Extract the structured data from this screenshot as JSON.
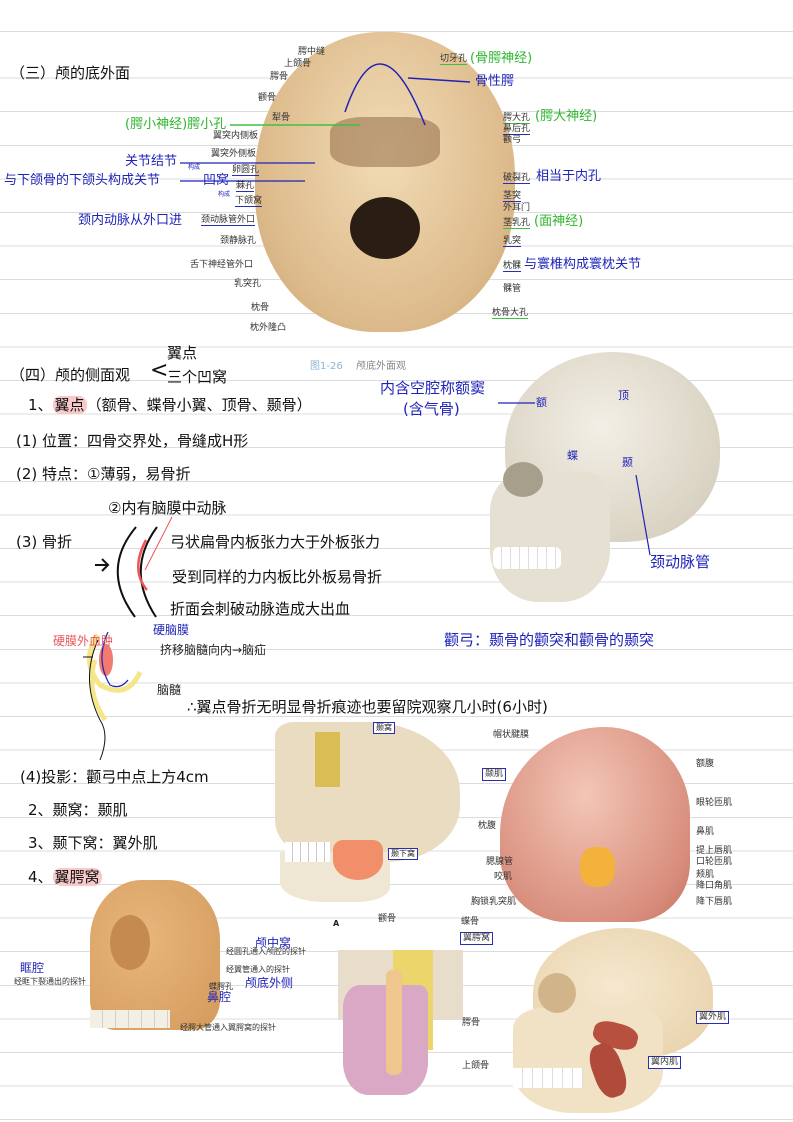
{
  "section3": {
    "heading": "（三）颅的底外面",
    "figure": {
      "caption_num": "图1-26",
      "caption": "颅底外面观",
      "left_labels": [
        "腭中缝",
        "上颌骨",
        "腭骨",
        "颧骨",
        "犁骨",
        "翼突内侧板",
        "翼突外侧板",
        "卵圆孔",
        "棘孔",
        "下颌窝",
        "颈动脉管外口",
        "颈静脉孔",
        "舌下神经管外口",
        "乳突孔",
        "枕骨",
        "枕外隆凸"
      ],
      "right_labels": [
        "切牙孔",
        "腭大孔",
        "鼻后孔",
        "颧弓",
        "破裂孔",
        "茎突",
        "外耳门",
        "茎乳孔",
        "乳突",
        "枕髁",
        "髁管",
        "枕骨大孔"
      ]
    },
    "notes": {
      "incisive": "(骨腭神经)",
      "bony_palate": "骨性腭",
      "greater_palatine": "(腭大神经)",
      "lesser_palatine": "(腭小神经)腭小孔",
      "articular_tubercle": "关节结节",
      "joint": "与下颌骨的下颌头构成关节",
      "fossa": "凹窝",
      "form1": "构成",
      "form2": "构成",
      "carotid": "颈内动脉从外口进",
      "lacerum": "相当于内孔",
      "stylomastoid": "(面神经)",
      "condyle": "与寰椎构成寰枕关节"
    }
  },
  "section4": {
    "heading": "（四）颅的侧面观",
    "brace_items": [
      "翼点",
      "三个凹窝"
    ],
    "pterion_num": "1、",
    "pterion": "翼点",
    "pterion_bones": "（额骨、蝶骨小翼、顶骨、颞骨）",
    "position": "(1) 位置：四骨交界处，骨缝成H形",
    "feature1": "(2) 特点：①薄弱，易骨折",
    "feature2": "②内有脑膜中动脉",
    "fracture": "(3) 骨折",
    "fracture_lines": [
      "弓状扁骨内板张力大于外板张力",
      "受到同样的力内板比外板易骨折",
      "折面会刺破动脉造成大出血"
    ],
    "hematoma": {
      "label": "硬膜外血肿",
      "dura": "硬脑膜",
      "push": "挤移脑髓向内→脑疝",
      "brain": "脑髓"
    },
    "conclusion": "∴翼点骨折无明显骨折痕迹也要留院观察几小时(6小时)",
    "zygomatic_arch": "颧弓：颞骨的颧突和颧骨的颞突",
    "skull_labels": {
      "frontal": "额",
      "parietal": "顶",
      "sphenoid": "蝶",
      "temporal": "颞"
    },
    "frontal_note": "内含空腔称额窦",
    "frontal_note2": "(含气骨)",
    "carotid_canal": "颈动脉管",
    "projection": "(4)投影：颧弓中点上方4cm",
    "temporal_fossa": "2、颞窝：颞肌",
    "infratemporal_fossa": "3、颞下窝：翼外肌",
    "ptp_num": "4、",
    "ptp": "翼腭窝",
    "fossa_fig": {
      "temporal": "颞窝",
      "infratemporal": "颞下窝"
    },
    "muscle_fig": {
      "left": [
        "帽状腱膜",
        "颞肌",
        "枕腹",
        "腮腺管",
        "咬肌",
        "胸锁乳突肌"
      ],
      "right": [
        "额腹",
        "眼轮匝肌",
        "鼻肌",
        "提上唇肌",
        "口轮匝肌",
        "颊肌",
        "降口角肌",
        "降下唇肌"
      ]
    },
    "ptp_fig": {
      "probe1": "经圆孔通入颅腔的探针",
      "probe2": "经翼管通入的探针",
      "probe3": "经眶下裂通出的探针",
      "foramen": "蝶腭孔",
      "probe4": "经腭大管通入翼腭窝的探针",
      "orbit": "眶腔",
      "middle_fossa": "颅中窝",
      "skull_base": "颅底外侧",
      "nasal": "鼻腔"
    },
    "figA": {
      "letter": "A",
      "zyg": "颧骨",
      "sph": "蝶骨",
      "ptp": "翼腭窝",
      "pal": "腭骨",
      "max": "上颌骨"
    },
    "ptg_fig": {
      "lateral": "翼外肌",
      "medial": "翼内肌"
    }
  }
}
